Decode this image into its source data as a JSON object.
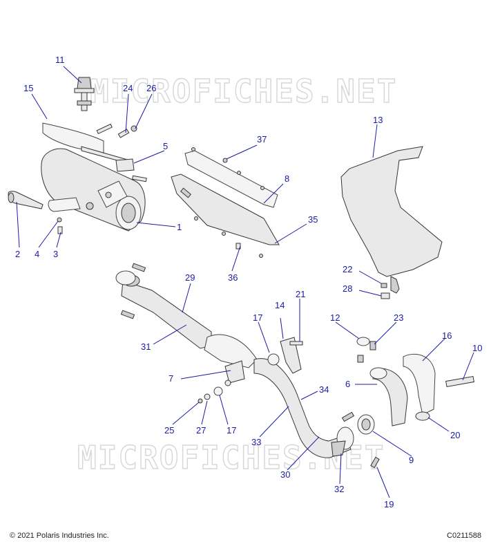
{
  "watermark_text": "MICROFICHES.NET",
  "footer": {
    "copyright": "© 2021 Polaris Industries Inc.",
    "drawing_id": "C0211588"
  },
  "callouts": [
    "1",
    "2",
    "3",
    "4",
    "5",
    "6",
    "7",
    "8",
    "9",
    "10",
    "11",
    "12",
    "13",
    "14",
    "15",
    "16",
    "17",
    "19",
    "20",
    "21",
    "22",
    "23",
    "24",
    "25",
    "26",
    "27",
    "28",
    "29",
    "30",
    "31",
    "32",
    "33",
    "34",
    "35",
    "36",
    "37"
  ],
  "colors": {
    "callout": "#1a1aa6",
    "part_outline": "#333333",
    "part_fill": "#e9e9e9",
    "watermark": "#d6d6d6"
  }
}
